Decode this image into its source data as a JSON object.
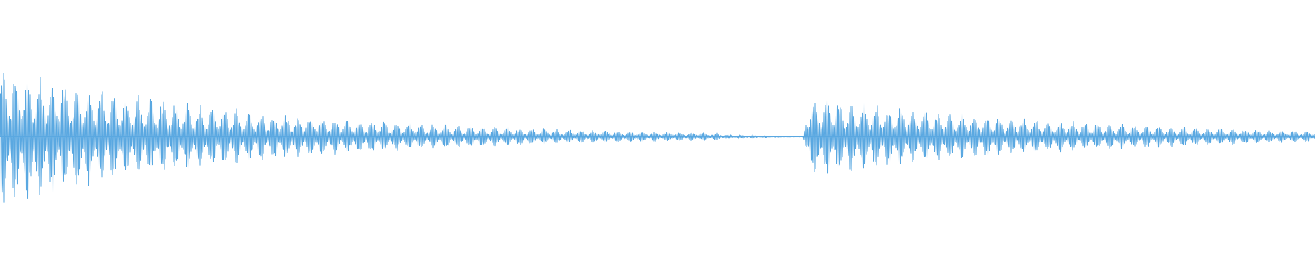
{
  "waveform": {
    "color": "#5aa8e1",
    "background": "#ffffff",
    "segments": [
      {
        "name": "first-note",
        "start_frac": 0.0,
        "end_frac": 0.608,
        "peak_amplitude": 0.5,
        "decay": "exponential"
      },
      {
        "name": "second-note",
        "start_frac": 0.611,
        "end_frac": 1.0,
        "peak_amplitude": 0.3,
        "decay": "exponential"
      }
    ]
  }
}
